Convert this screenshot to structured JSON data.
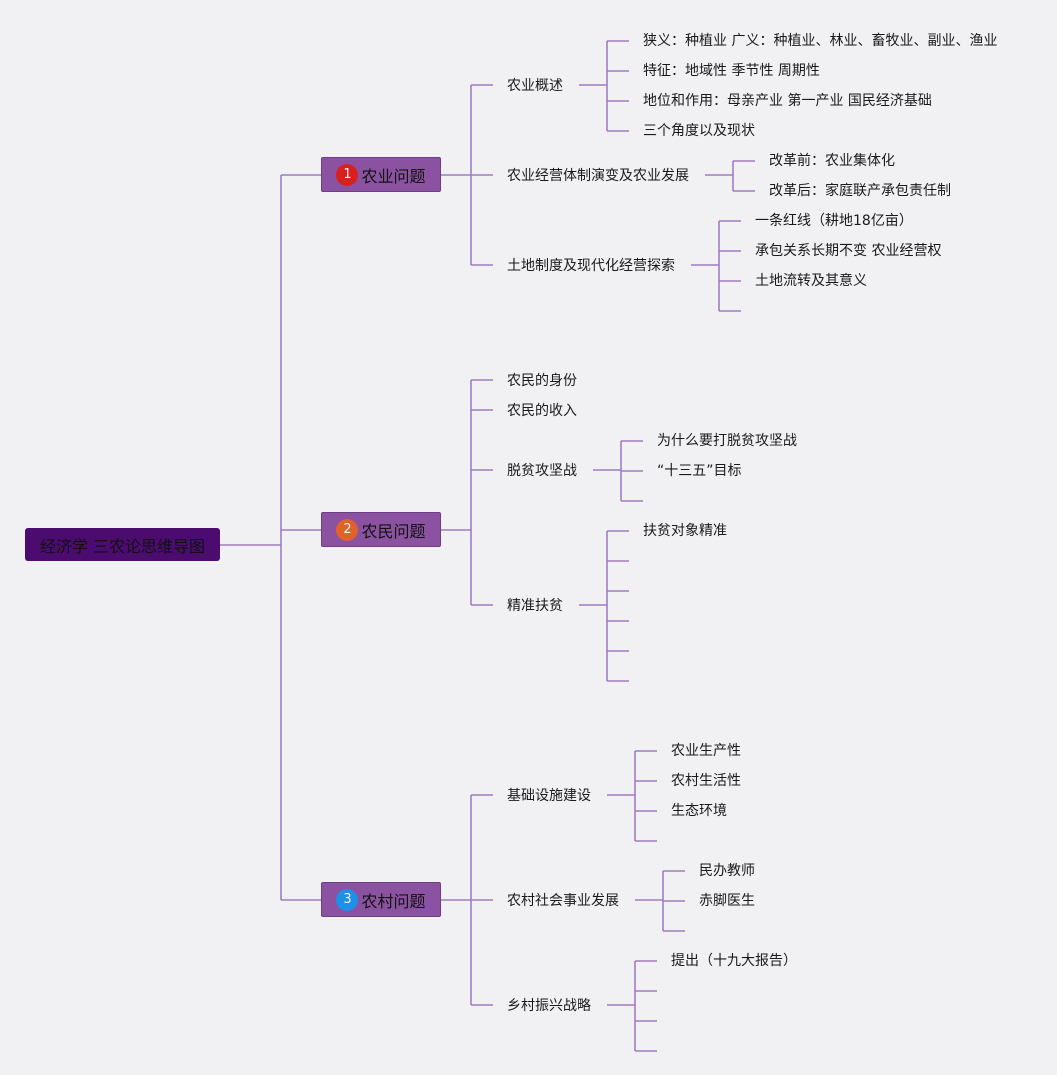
{
  "root": {
    "label": "经济学 三农论思维导图"
  },
  "colors": {
    "background": "#f1f0f3",
    "root_fill": "#4b0b6f",
    "branch_fill": "#8b52a1",
    "connector": "#a07cc0",
    "badge_1": "#d9201f",
    "badge_2": "#e1612a",
    "badge_3": "#1e90e8"
  },
  "branches": [
    {
      "badge": "1",
      "label": "农业问题",
      "topics": [
        {
          "label": "农业概述",
          "items": [
            "狭义：种植业 广义：种植业、林业、畜牧业、副业、渔业",
            "特征：地域性 季节性 周期性",
            "地位和作用：母亲产业 第一产业 国民经济基础",
            "三个角度以及现状"
          ]
        },
        {
          "label": "农业经营体制演变及农业发展",
          "items": [
            "改革前：农业集体化",
            "改革后：家庭联产承包责任制"
          ]
        },
        {
          "label": "土地制度及现代化经营探索",
          "items": [
            "一条红线（耕地18亿亩）",
            "承包关系长期不变 农业经营权",
            "土地流转及其意义",
            ""
          ]
        }
      ]
    },
    {
      "badge": "2",
      "label": "农民问题",
      "topics": [
        {
          "label": "农民的身份",
          "items": []
        },
        {
          "label": "农民的收入",
          "items": []
        },
        {
          "label": "脱贫攻坚战",
          "items": [
            "为什么要打脱贫攻坚战",
            "“十三五”目标",
            ""
          ]
        },
        {
          "label": "精准扶贫",
          "items": [
            "扶贫对象精准",
            "",
            "",
            "",
            "",
            ""
          ]
        }
      ]
    },
    {
      "badge": "3",
      "label": "农村问题",
      "topics": [
        {
          "label": "基础设施建设",
          "items": [
            "农业生产性",
            "农村生活性",
            "生态环境",
            ""
          ]
        },
        {
          "label": "农村社会事业发展",
          "items": [
            "民办教师",
            "赤脚医生",
            ""
          ]
        },
        {
          "label": "乡村振兴战略",
          "items": [
            "提出（十九大报告）",
            "",
            "",
            ""
          ]
        }
      ]
    }
  ]
}
